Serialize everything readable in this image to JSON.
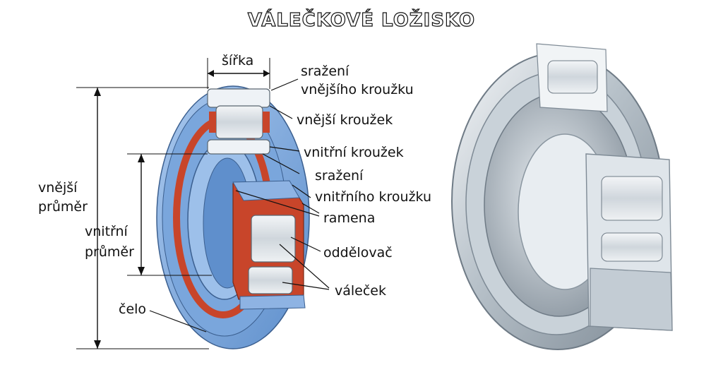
{
  "title": "VÁLEČKOVÉ LOŽISKO",
  "labels": {
    "width": "šířka",
    "chamfer_outer_1": "sražení",
    "chamfer_outer_2": "vnějšího kroužku",
    "outer_ring": "vnější kroužek",
    "inner_ring": "vnitřní kroužek",
    "chamfer_inner_1": "sražení",
    "chamfer_inner_2": "vnitřního kroužku",
    "flanges": "ramena",
    "cage": "oddělovač",
    "roller": "váleček",
    "face": "čelo",
    "outer_diameter_1": "vnější",
    "outer_diameter_2": "průměr",
    "inner_diameter_1": "vnitřní",
    "inner_diameter_2": "průměr"
  },
  "colors": {
    "ring_blue": "#6f9fd8",
    "ring_blue_light": "#b9d3f0",
    "cage_red": "#c8452a",
    "steel": "#b8c3cc",
    "roller_gray": "#e1e6ea"
  }
}
